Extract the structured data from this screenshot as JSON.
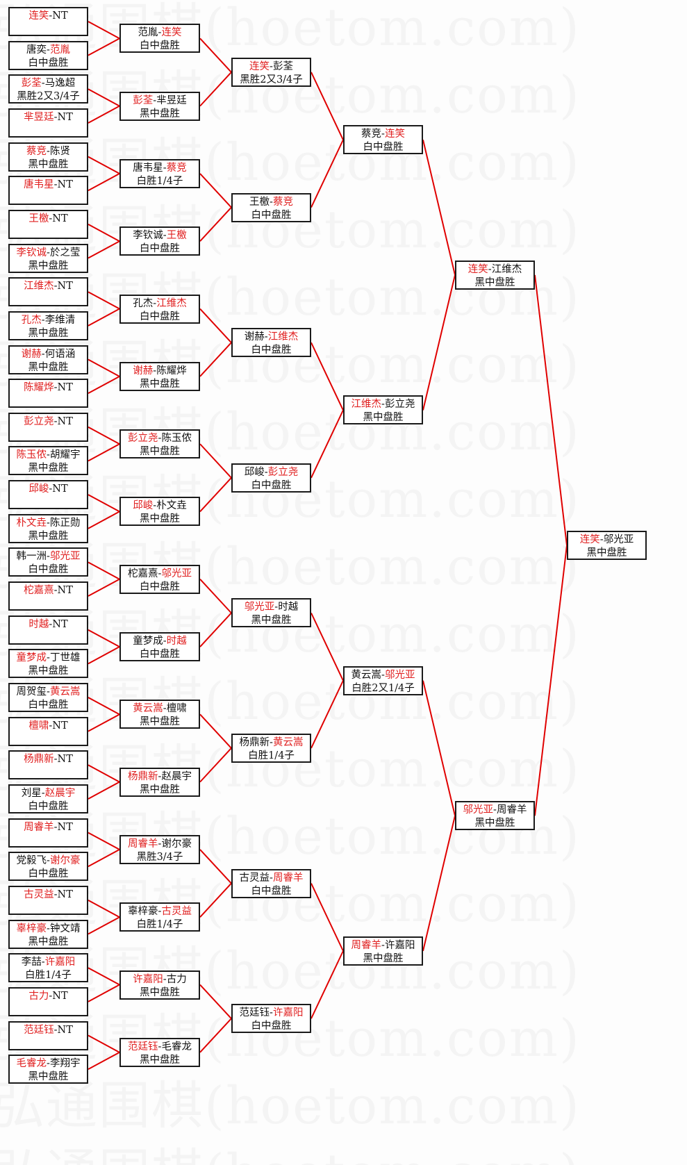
{
  "watermark": "弘通围棋(hoetom.com)",
  "colors": {
    "winner": "#e02020",
    "text": "#111111",
    "connector": "#e00000",
    "border": "#1a1a1a"
  },
  "rounds": [
    {
      "name": "round-1",
      "matches": [
        {
          "red": "连笑",
          "black": "NT",
          "red_first": true,
          "result": ""
        },
        {
          "red": "范胤",
          "black": "唐奕",
          "red_first": false,
          "result": "白中盘胜"
        },
        {
          "red": "彭荃",
          "black": "马逸超",
          "red_first": true,
          "result": "黑胜2又3/4子"
        },
        {
          "red": "芈昱廷",
          "black": "NT",
          "red_first": true,
          "result": ""
        },
        {
          "red": "蔡竞",
          "black": "陈贤",
          "red_first": true,
          "result": "黑中盘胜"
        },
        {
          "red": "唐韦星",
          "black": "NT",
          "red_first": true,
          "result": ""
        },
        {
          "red": "王檄",
          "black": "NT",
          "red_first": true,
          "result": ""
        },
        {
          "red": "李钦诚",
          "black": "於之莹",
          "red_first": true,
          "result": "黑中盘胜"
        },
        {
          "red": "江维杰",
          "black": "NT",
          "red_first": true,
          "result": ""
        },
        {
          "red": "孔杰",
          "black": "李维清",
          "red_first": true,
          "result": "黑中盘胜"
        },
        {
          "red": "谢赫",
          "black": "何语涵",
          "red_first": true,
          "result": "黑中盘胜"
        },
        {
          "red": "陈耀烨",
          "black": "NT",
          "red_first": true,
          "result": ""
        },
        {
          "red": "彭立尧",
          "black": "NT",
          "red_first": true,
          "result": ""
        },
        {
          "red": "陈玉侬",
          "black": "胡耀宇",
          "red_first": true,
          "result": "黑中盘胜"
        },
        {
          "red": "邱峻",
          "black": "NT",
          "red_first": true,
          "result": ""
        },
        {
          "red": "朴文垚",
          "black": "陈正勋",
          "red_first": true,
          "result": "黑中盘胜"
        },
        {
          "red": "邬光亚",
          "black": "韩一洲",
          "red_first": false,
          "result": "白中盘胜"
        },
        {
          "red": "柁嘉熹",
          "black": "NT",
          "red_first": true,
          "result": ""
        },
        {
          "red": "时越",
          "black": "NT",
          "red_first": true,
          "result": ""
        },
        {
          "red": "童梦成",
          "black": "丁世雄",
          "red_first": true,
          "result": "黑中盘胜"
        },
        {
          "red": "黄云嵩",
          "black": "周贺玺",
          "red_first": false,
          "result": "白中盘胜"
        },
        {
          "red": "檀啸",
          "black": "NT",
          "red_first": true,
          "result": ""
        },
        {
          "red": "杨鼎新",
          "black": "NT",
          "red_first": true,
          "result": ""
        },
        {
          "red": "赵晨宇",
          "black": "刘星",
          "red_first": false,
          "result": "白中盘胜"
        },
        {
          "red": "周睿羊",
          "black": "NT",
          "red_first": true,
          "result": ""
        },
        {
          "red": "谢尔豪",
          "black": "党毅飞",
          "red_first": false,
          "result": "白中盘胜"
        },
        {
          "red": "古灵益",
          "black": "NT",
          "red_first": true,
          "result": ""
        },
        {
          "red": "辜梓豪",
          "black": "钟文靖",
          "red_first": true,
          "result": "黑中盘胜"
        },
        {
          "red": "许嘉阳",
          "black": "李喆",
          "red_first": false,
          "result": "白胜1/4子"
        },
        {
          "red": "古力",
          "black": "NT",
          "red_first": true,
          "result": ""
        },
        {
          "red": "范廷钰",
          "black": "NT",
          "red_first": true,
          "result": ""
        },
        {
          "red": "毛睿龙",
          "black": "李翔宇",
          "red_first": true,
          "result": "黑中盘胜"
        }
      ]
    },
    {
      "name": "round-2",
      "matches": [
        {
          "red": "连笑",
          "black": "范胤",
          "red_first": false,
          "result": "白中盘胜"
        },
        {
          "red": "彭荃",
          "black": "芈昱廷",
          "red_first": true,
          "result": "黑中盘胜"
        },
        {
          "red": "蔡竞",
          "black": "唐韦星",
          "red_first": false,
          "result": "白胜1/4子"
        },
        {
          "red": "王檄",
          "black": "李钦诚",
          "red_first": false,
          "result": "白中盘胜"
        },
        {
          "red": "江维杰",
          "black": "孔杰",
          "red_first": false,
          "result": "白中盘胜"
        },
        {
          "red": "谢赫",
          "black": "陈耀烨",
          "red_first": true,
          "result": "黑中盘胜"
        },
        {
          "red": "彭立尧",
          "black": "陈玉侬",
          "red_first": true,
          "result": "黑中盘胜"
        },
        {
          "red": "邱峻",
          "black": "朴文垚",
          "red_first": true,
          "result": "黑中盘胜"
        },
        {
          "red": "邬光亚",
          "black": "柁嘉熹",
          "red_first": false,
          "result": "白中盘胜"
        },
        {
          "red": "时越",
          "black": "童梦成",
          "red_first": false,
          "result": "白中盘胜"
        },
        {
          "red": "黄云嵩",
          "black": "檀啸",
          "red_first": true,
          "result": "黑中盘胜"
        },
        {
          "red": "杨鼎新",
          "black": "赵晨宇",
          "red_first": true,
          "result": "黑中盘胜"
        },
        {
          "red": "周睿羊",
          "black": "谢尔豪",
          "red_first": true,
          "result": "黑胜3/4子"
        },
        {
          "red": "古灵益",
          "black": "辜梓豪",
          "red_first": false,
          "result": "白胜1/4子"
        },
        {
          "red": "许嘉阳",
          "black": "古力",
          "red_first": true,
          "result": "黑中盘胜"
        },
        {
          "red": "范廷钰",
          "black": "毛睿龙",
          "red_first": true,
          "result": "黑中盘胜"
        }
      ]
    },
    {
      "name": "round-3",
      "matches": [
        {
          "red": "连笑",
          "black": "彭荃",
          "red_first": true,
          "result": "黑胜2又3/4子"
        },
        {
          "red": "蔡竞",
          "black": "王檄",
          "red_first": false,
          "result": "白中盘胜"
        },
        {
          "red": "江维杰",
          "black": "谢赫",
          "red_first": false,
          "result": "白中盘胜"
        },
        {
          "red": "彭立尧",
          "black": "邱峻",
          "red_first": false,
          "result": "白中盘胜"
        },
        {
          "red": "邬光亚",
          "black": "时越",
          "red_first": true,
          "result": "黑中盘胜"
        },
        {
          "red": "黄云嵩",
          "black": "杨鼎新",
          "red_first": false,
          "result": "白胜1/4子"
        },
        {
          "red": "周睿羊",
          "black": "古灵益",
          "red_first": false,
          "result": "白中盘胜"
        },
        {
          "red": "许嘉阳",
          "black": "范廷钰",
          "red_first": false,
          "result": "白中盘胜"
        }
      ]
    },
    {
      "name": "round-4",
      "matches": [
        {
          "red": "连笑",
          "black": "蔡竞",
          "red_first": false,
          "result": "白中盘胜"
        },
        {
          "red": "江维杰",
          "black": "彭立尧",
          "red_first": true,
          "result": "黑中盘胜"
        },
        {
          "red": "邬光亚",
          "black": "黄云嵩",
          "red_first": false,
          "result": "白胜2又1/4子"
        },
        {
          "red": "周睿羊",
          "black": "许嘉阳",
          "red_first": true,
          "result": "黑中盘胜"
        }
      ]
    },
    {
      "name": "semifinal",
      "matches": [
        {
          "red": "连笑",
          "black": "江维杰",
          "red_first": true,
          "result": "黑中盘胜"
        },
        {
          "red": "邬光亚",
          "black": "周睿羊",
          "red_first": true,
          "result": "黑中盘胜"
        }
      ]
    },
    {
      "name": "final",
      "matches": [
        {
          "red": "连笑",
          "black": "邬光亚",
          "red_first": true,
          "result": "黑中盘胜"
        }
      ]
    }
  ]
}
